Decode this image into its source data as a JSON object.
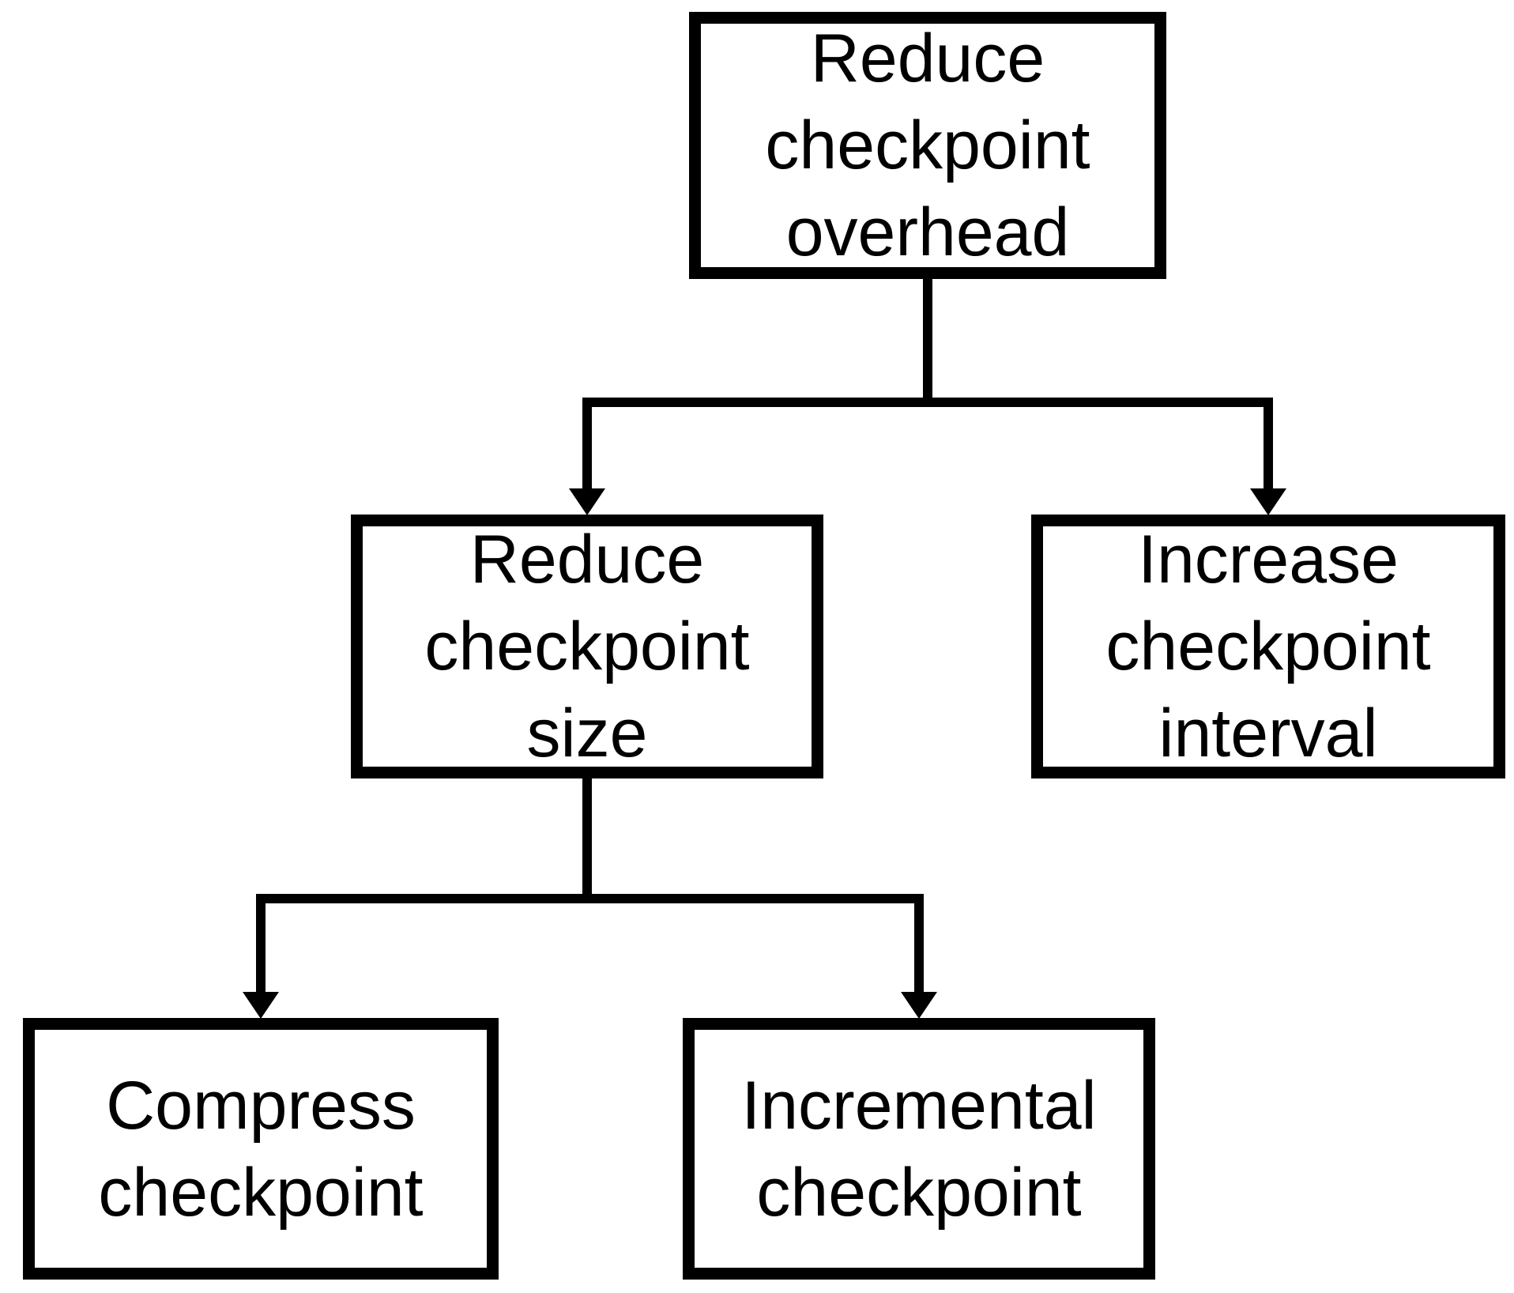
{
  "diagram": {
    "type": "flowchart-tree",
    "colors": {
      "background": "#ffffff",
      "line": "#000000",
      "text": "#000000"
    },
    "nodes": [
      {
        "id": "reduce-checkpoint-overhead",
        "label": "Reduce checkpoint overhead",
        "lines": [
          "Reduce",
          "checkpoint",
          "overhead"
        ]
      },
      {
        "id": "reduce-checkpoint-size",
        "label": "Reduce checkpoint size",
        "lines": [
          "Reduce",
          "checkpoint",
          "size"
        ]
      },
      {
        "id": "increase-checkpoint-interval",
        "label": "Increase checkpoint interval",
        "lines": [
          "Increase",
          "checkpoint",
          "interval"
        ]
      },
      {
        "id": "compress-checkpoint",
        "label": "Compress checkpoint",
        "lines": [
          "Compress",
          "checkpoint"
        ]
      },
      {
        "id": "incremental-checkpoint",
        "label": "Incremental checkpoint",
        "lines": [
          "Incremental",
          "checkpoint"
        ]
      }
    ],
    "edges": [
      {
        "from": "reduce-checkpoint-overhead",
        "to": "reduce-checkpoint-size"
      },
      {
        "from": "reduce-checkpoint-overhead",
        "to": "increase-checkpoint-interval"
      },
      {
        "from": "reduce-checkpoint-size",
        "to": "compress-checkpoint"
      },
      {
        "from": "reduce-checkpoint-size",
        "to": "incremental-checkpoint"
      }
    ]
  }
}
